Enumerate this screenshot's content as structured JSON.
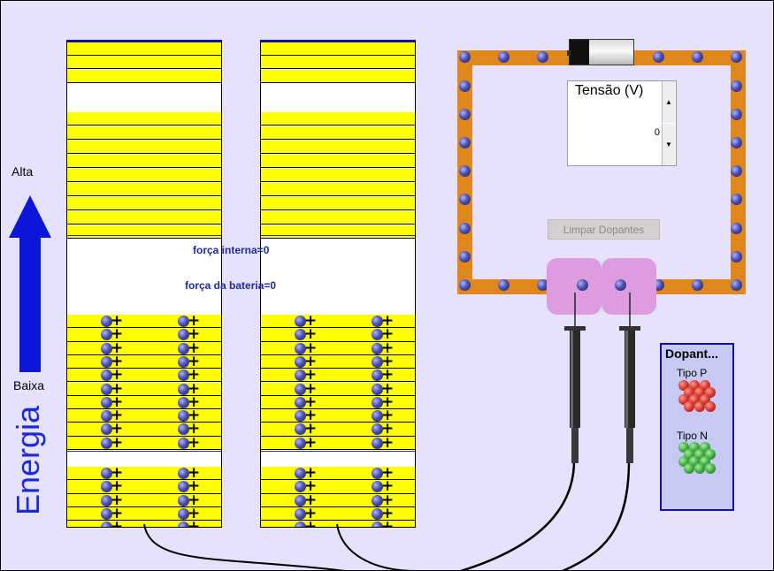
{
  "energy": {
    "high_label": "Alta",
    "low_label": "Baixa",
    "axis_label": "Energia"
  },
  "columns": [
    {
      "force_internal": "força interna=0",
      "force_battery": "força da bateria=0"
    },
    {
      "force_internal": "",
      "force_battery": ""
    }
  ],
  "voltage": {
    "title": "Tensão (V)",
    "value": "0"
  },
  "buttons": {
    "clear_dopants": "Limpar Dopantes"
  },
  "dopants": {
    "title": "Dopant...",
    "p_type": "Tipo P",
    "n_type": "Tipo N"
  },
  "colors": {
    "background": "#e8e1fb",
    "band": "#ffff00",
    "circuit": "#e0871c",
    "arrow": "#0a17d8",
    "pad": "#dd9be0"
  }
}
